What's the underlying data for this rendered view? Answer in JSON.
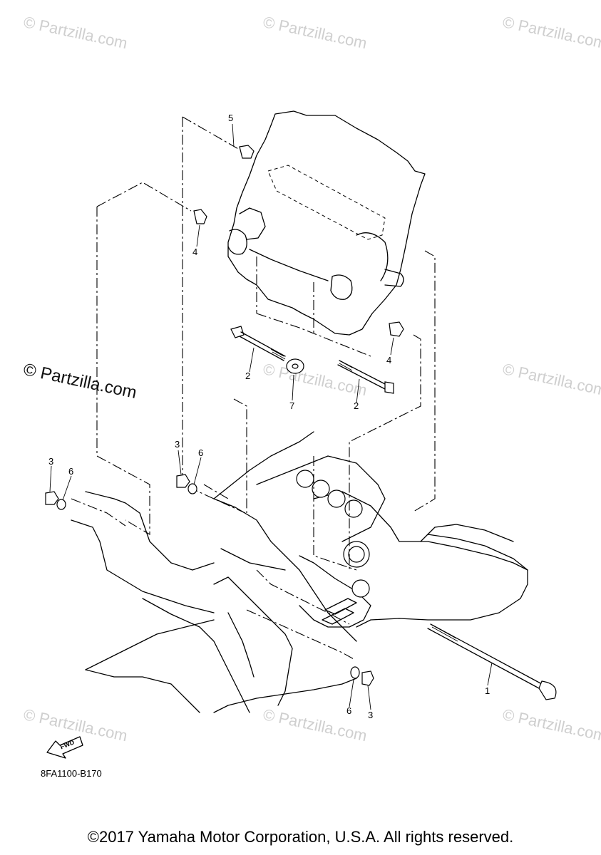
{
  "watermarks": {
    "light": "© Partzilla.com",
    "strong": "© Partzilla.com"
  },
  "callouts": [
    "1",
    "2",
    "2",
    "3",
    "3",
    "3",
    "4",
    "4",
    "5",
    "6",
    "6",
    "6",
    "7"
  ],
  "fwd_label": "FWD",
  "reference_code": "8FA1100-B170",
  "copyright": "©2017 Yamaha Motor Corporation, U.S.A. All rights reserved.",
  "icons": {
    "direction": "fwd-arrow-icon"
  },
  "colors": {
    "line": "#000000",
    "watermark": "#cfcfcf",
    "background": "#ffffff"
  }
}
